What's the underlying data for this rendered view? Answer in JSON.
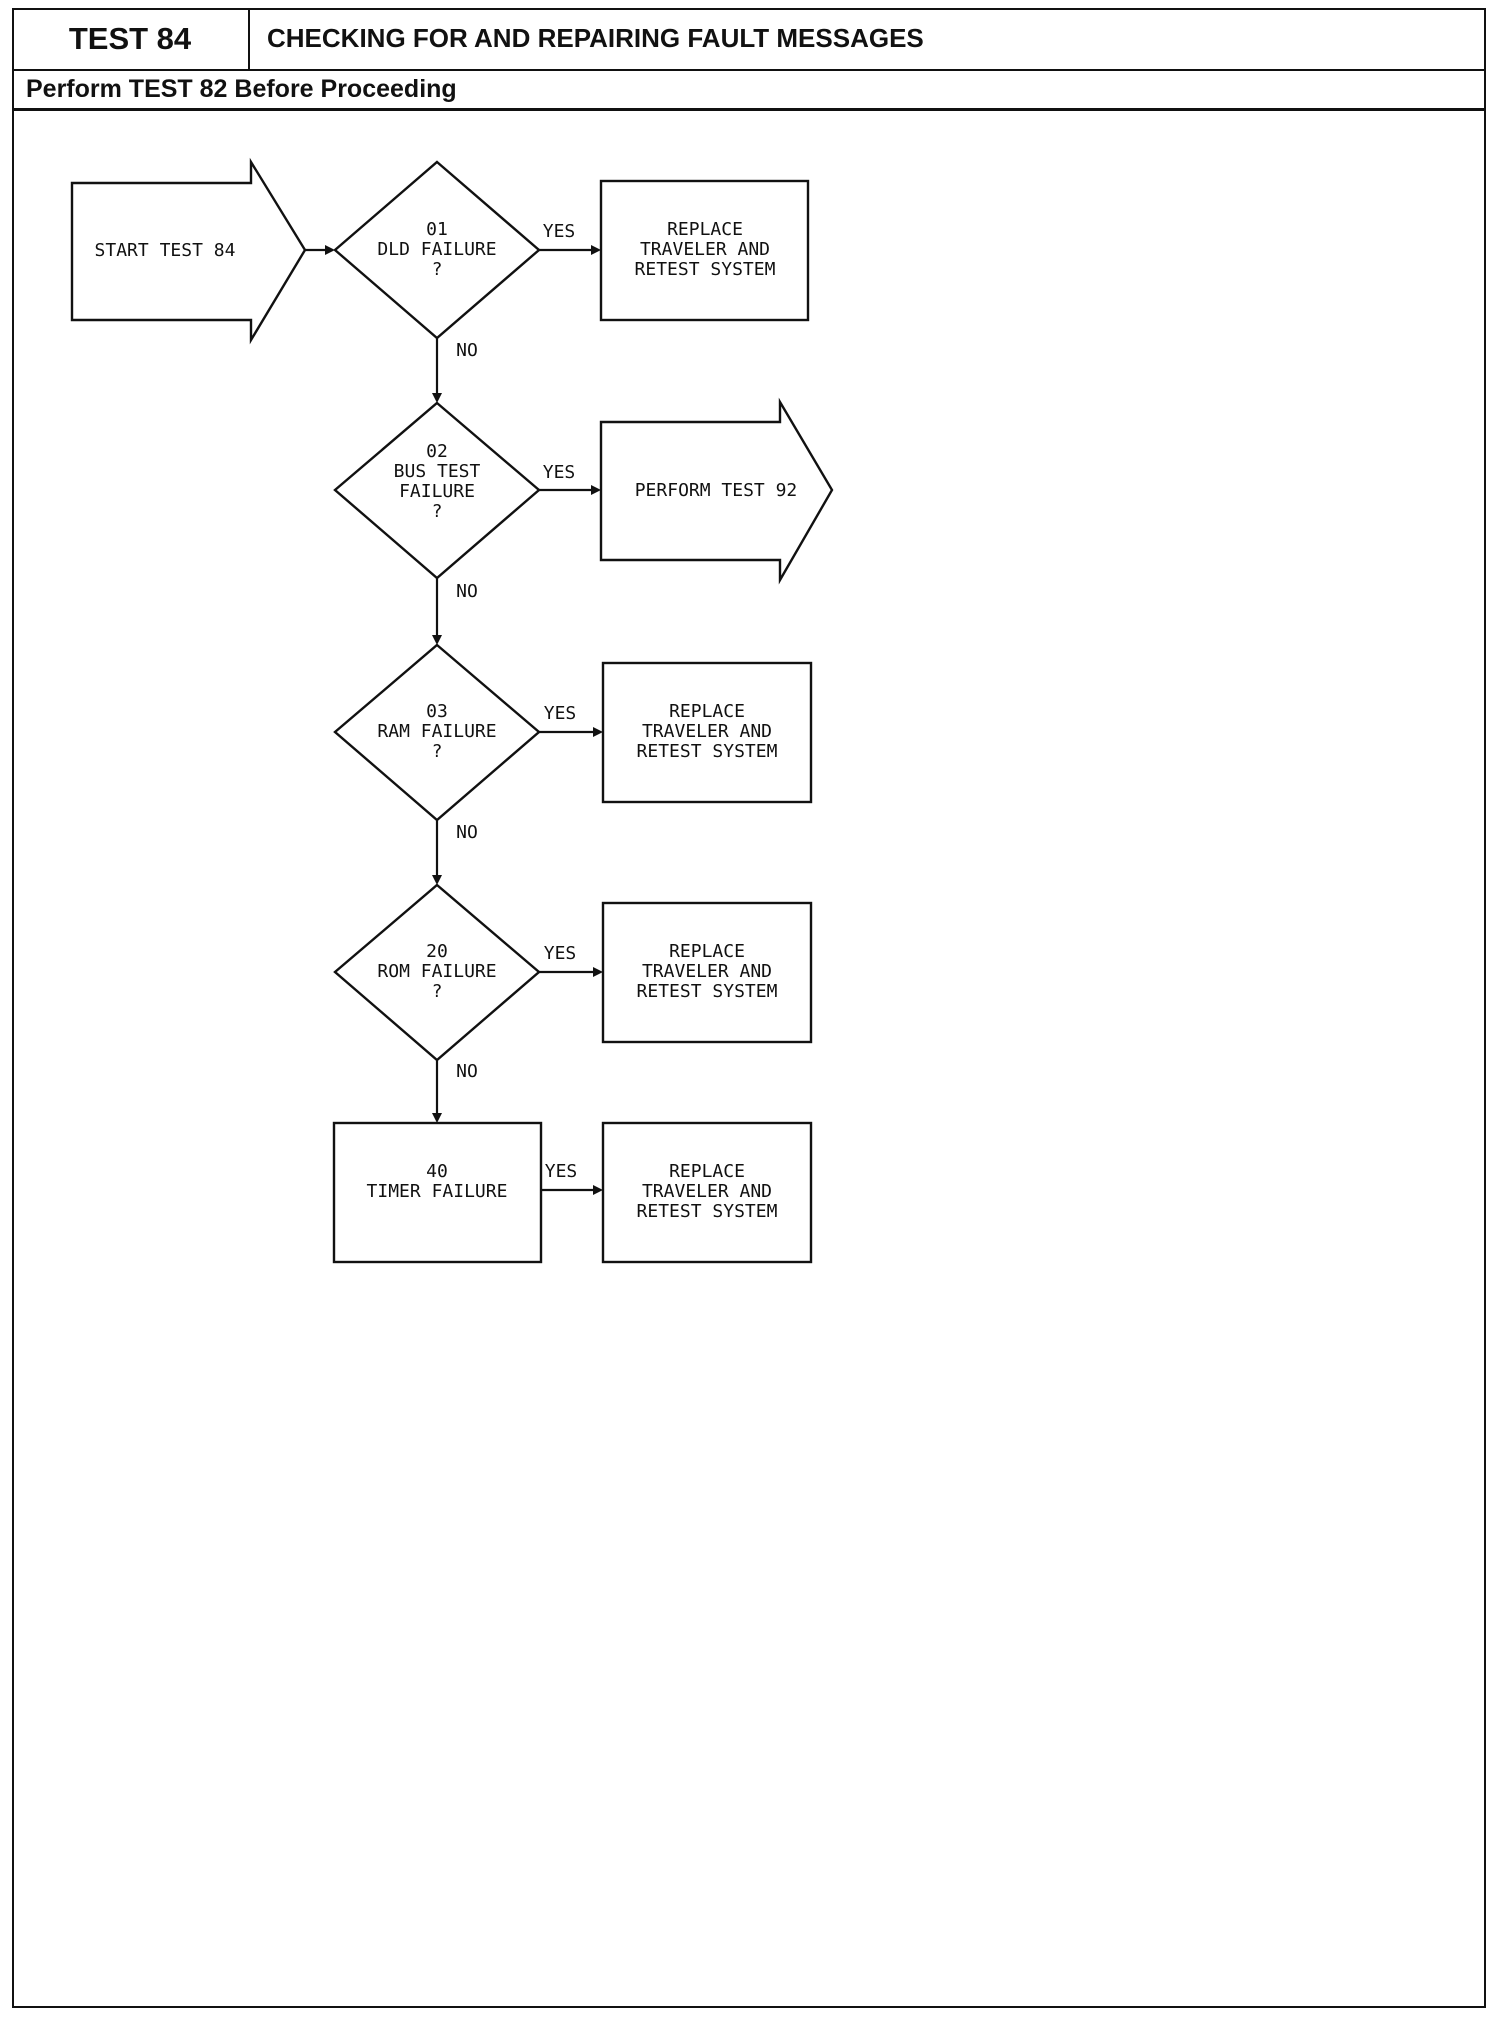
{
  "header": {
    "test_label": "TEST 84",
    "title": "CHECKING FOR AND REPAIRING FAULT MESSAGES",
    "note": "Perform TEST 82 Before Proceeding"
  },
  "flowchart": {
    "start": "START TEST 84",
    "yes_label": "YES",
    "no_label": "NO",
    "decisions": [
      {
        "lines": [
          "01",
          "DLD FAILURE",
          "?"
        ],
        "yes_action": [
          "REPLACE",
          "TRAVELER AND",
          "RETEST SYSTEM"
        ]
      },
      {
        "lines": [
          "02",
          "BUS TEST",
          "FAILURE",
          "?"
        ],
        "yes_action": [
          "PERFORM TEST 92"
        ]
      },
      {
        "lines": [
          "03",
          "RAM FAILURE",
          "?"
        ],
        "yes_action": [
          "REPLACE",
          "TRAVELER AND",
          "RETEST SYSTEM"
        ]
      },
      {
        "lines": [
          "20",
          "ROM FAILURE",
          "?"
        ],
        "yes_action": [
          "REPLACE",
          "TRAVELER AND",
          "RETEST SYSTEM"
        ]
      }
    ],
    "final_step": {
      "lines": [
        "40",
        "TIMER FAILURE"
      ],
      "yes_action": [
        "REPLACE",
        "TRAVELER AND",
        "RETEST SYSTEM"
      ]
    }
  }
}
